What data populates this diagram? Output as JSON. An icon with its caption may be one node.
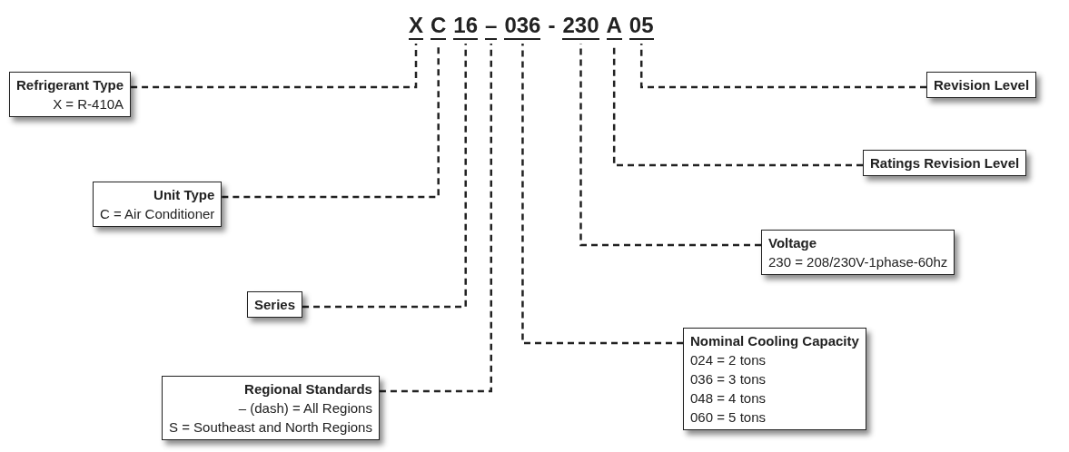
{
  "diagram": {
    "nodes": [
      {
        "text": [
          "X"
        ]
      },
      {
        "text": [
          "C"
        ]
      },
      {
        "text": [
          "16"
        ]
      },
      {
        "text": [
          "–"
        ]
      },
      {
        "text": [
          "036"
        ]
      },
      {
        "text": [
          "230"
        ]
      },
      {
        "text": [
          "A"
        ]
      },
      {
        "text": [
          "05"
        ]
      },
      {
        "text": [
          "Refrigerant Type",
          "X = R-410A"
        ]
      },
      {
        "text": [
          "Revision Level"
        ]
      },
      {
        "text": [
          "Unit Type",
          "C = Air Conditioner"
        ]
      },
      {
        "text": [
          "Ratings Revision Level"
        ]
      },
      {
        "text": [
          "Voltage",
          "230 = 208/230V-1phase-60hz"
        ]
      },
      {
        "text": [
          "Series"
        ]
      },
      {
        "text": [
          "Nominal Cooling Capacity",
          "024 = 2 tons",
          "036 = 3 tons",
          "048 = 4 tons",
          "060 = 5 tons"
        ]
      },
      {
        "text": [
          "Regional Standards",
          "– (dash) = All Regions",
          "S = Southeast and North Regions"
        ]
      }
    ],
    "edges": [
      {
        "from": 8,
        "to": 0,
        "arrow": "none",
        "style": "dashed"
      },
      {
        "from": 9,
        "to": 7,
        "arrow": "none",
        "style": "dashed"
      },
      {
        "from": 10,
        "to": 1,
        "arrow": "none",
        "style": "dashed"
      },
      {
        "from": 11,
        "to": 6,
        "arrow": "none",
        "style": "dashed"
      },
      {
        "from": 12,
        "to": 5,
        "arrow": "none",
        "style": "dashed"
      },
      {
        "from": 13,
        "to": 2,
        "arrow": "none",
        "style": "dashed"
      },
      {
        "from": 14,
        "to": 4,
        "arrow": "none",
        "style": "dashed"
      },
      {
        "from": 15,
        "to": 3,
        "arrow": "none",
        "style": "dashed"
      }
    ],
    "labels": [
      "-"
    ]
  }
}
